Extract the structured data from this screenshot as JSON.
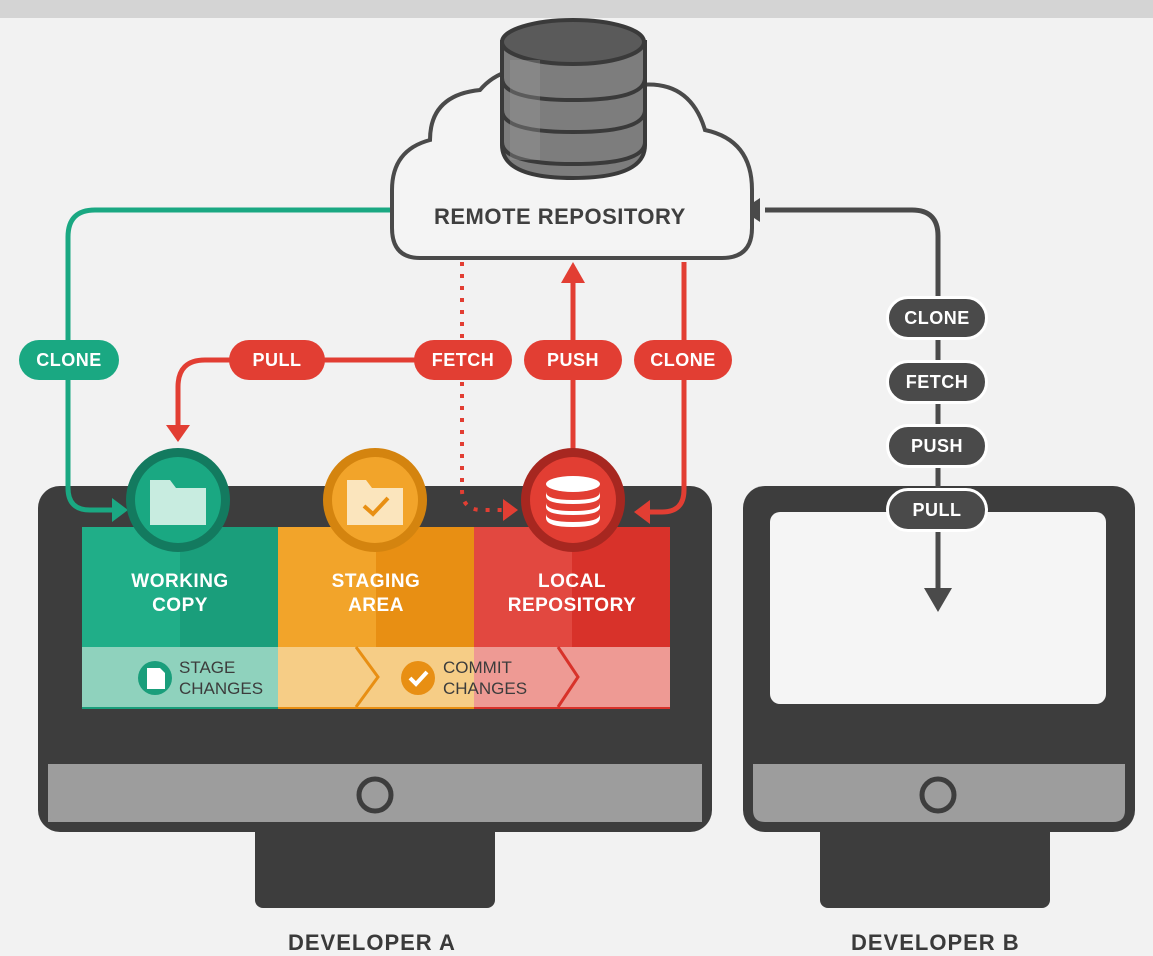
{
  "remote": {
    "label": "REMOTE REPOSITORY"
  },
  "developer_a": {
    "label": "DEVELOPER A",
    "zones": {
      "working_copy": {
        "line1": "WORKING",
        "line2": "COPY"
      },
      "staging_area": {
        "line1": "STAGING",
        "line2": "AREA"
      },
      "local_repository": {
        "line1": "LOCAL",
        "line2": "REPOSITORY"
      }
    },
    "steps": {
      "stage_changes": {
        "line1": "STAGE",
        "line2": "CHANGES"
      },
      "commit_changes": {
        "line1": "COMMIT",
        "line2": "CHANGES"
      }
    }
  },
  "developer_b": {
    "label": "DEVELOPER B"
  },
  "operations": {
    "clone_green": "CLONE",
    "pull": "PULL",
    "fetch": "FETCH",
    "push": "PUSH",
    "clone_red": "CLONE"
  },
  "developer_b_operations": [
    "CLONE",
    "FETCH",
    "PUSH",
    "PULL"
  ],
  "colors": {
    "green": "#1aa882",
    "orange": "#f0a124",
    "red": "#e23e33",
    "dark": "#4a4a4a",
    "monitor": "#3d3d3d"
  }
}
